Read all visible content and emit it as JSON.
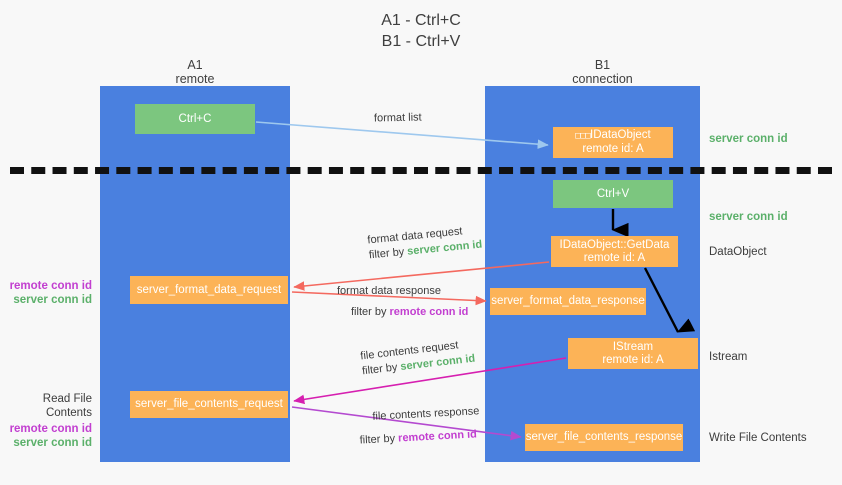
{
  "title": "A1 - Ctrl+C\nB1 - Ctrl+V",
  "colors": {
    "column": "#4a80df",
    "green_node": "#7cc67f",
    "orange_node": "#fcb357",
    "server_conn_id": "#5bb06a",
    "remote_conn_id": "#c23fd0",
    "arrow_light_blue": "#9ec8ee",
    "arrow_red": "#f4695f",
    "arrow_magenta": "#d61fb0",
    "arrow_purple": "#b44ad0",
    "arrow_black": "#000000",
    "background": "#f8f8f8"
  },
  "columns": [
    {
      "name": "a1",
      "header": "A1\nremote"
    },
    {
      "name": "b1",
      "header": "B1\nconnection"
    }
  ],
  "nodes": {
    "ctrl_c": {
      "label": "Ctrl+C",
      "style": "green"
    },
    "data_object": {
      "prefix": "□□□",
      "label": "IDataObject\nremote id: A",
      "style": "orange"
    },
    "ctrl_v": {
      "label": "Ctrl+V",
      "style": "green"
    },
    "getdata": {
      "label": "IDataObject::GetData\nremote id: A",
      "style": "orange"
    },
    "sfd_request": {
      "label": "server_format_data_request",
      "style": "orange"
    },
    "sfd_response": {
      "label": "server_format_data_response",
      "style": "orange"
    },
    "istream": {
      "label": "IStream\nremote id: A",
      "style": "orange"
    },
    "sfc_request": {
      "label": "server_file_contents_request",
      "style": "orange"
    },
    "sfc_response": {
      "label": "server_file_contents_response",
      "style": "orange"
    }
  },
  "edge_labels": {
    "format_list": {
      "line1": "format list"
    },
    "format_data_request": {
      "line1": "format data request",
      "line2_pre": "filter by ",
      "line2_em": "server conn id",
      "em_color": "green"
    },
    "format_data_response": {
      "line1": "format data response",
      "line2_pre": "filter by ",
      "line2_em": "remote conn id",
      "em_color": "purple"
    },
    "file_contents_request": {
      "line1": "file contents request",
      "line2_pre": "filter by ",
      "line2_em": "server conn id",
      "em_color": "green"
    },
    "file_contents_response": {
      "line1": "file contents response",
      "line2_pre": "filter by ",
      "line2_em": "remote conn id",
      "em_color": "purple"
    }
  },
  "right_annotations": {
    "server_conn_id_top": "server conn id",
    "server_conn_id_mid": "server conn id",
    "data_object": "DataObject",
    "istream": "Istream",
    "write_file_contents": "Write File Contents"
  },
  "left_annotations": {
    "group1": {
      "remote": "remote conn id",
      "server": "server conn id"
    },
    "group2": {
      "title": "Read File Contents",
      "remote": "remote conn id",
      "server": "server conn id"
    }
  }
}
